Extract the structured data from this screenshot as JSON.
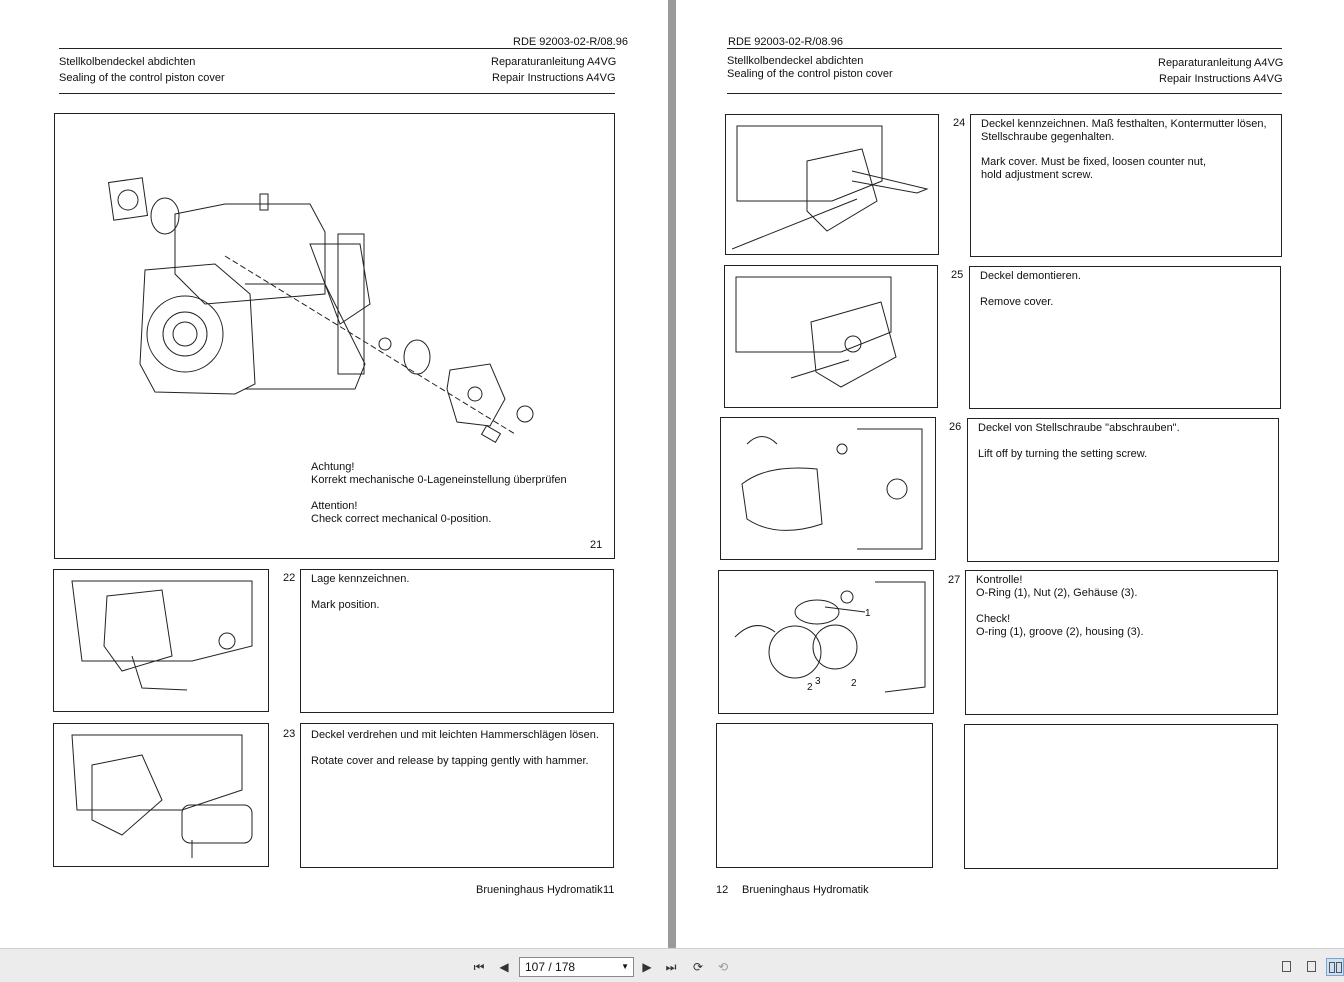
{
  "left_page": {
    "doc_code": "RDE 92003-02-R/08.96",
    "title_de": "Stellkolbendeckel abdichten",
    "title_en": "Sealing of the control piston cover",
    "manual_de": "Reparaturanleitung A4VG",
    "manual_en": "Repair Instructions A4VG",
    "figure": {
      "warning_de_title": "Achtung!",
      "warning_de_text": "Korrekt mechanische 0-Lageneinstellung überprüfen",
      "warning_en_title": "Attention!",
      "warning_en_text": "Check correct mechanical 0-position.",
      "number": "21"
    },
    "steps": [
      {
        "number": "22",
        "de": "Lage  kennzeichnen.",
        "en": "Mark position."
      },
      {
        "number": "23",
        "de": "Deckel verdrehen und mit leichten Hammerschlägen lösen.",
        "en": "Rotate cover and release by tapping gently with hammer."
      }
    ],
    "footer_company": "Brueninghaus Hydromatik",
    "footer_page": "11"
  },
  "right_page": {
    "doc_code": "RDE 92003-02-R/08.96",
    "title_de": "Stellkolbendeckel abdichten",
    "title_en": "Sealing of the control piston cover",
    "manual_de": "Reparaturanleitung A4VG",
    "manual_en": "Repair Instructions A4VG",
    "steps": [
      {
        "number": "24",
        "de1": "Deckel kennzeichnen. Maß festhalten, Kontermutter lösen,",
        "de2": "Stellschraube gegenhalten.",
        "en1": "Mark cover. Must be fixed, loosen counter nut,",
        "en2": "hold adjustment screw."
      },
      {
        "number": "25",
        "de1": "Deckel demontieren.",
        "en1": "Remove cover."
      },
      {
        "number": "26",
        "de1": "Deckel von Stellschraube \"abschrauben\".",
        "en1": "Lift off by turning the setting screw."
      },
      {
        "number": "27",
        "de1": "Kontrolle!",
        "de2": "O-Ring (1), Nut (2), Gehäuse (3).",
        "en1": "Check!",
        "en2": "O-ring (1), groove (2), housing (3)."
      }
    ],
    "callouts": [
      "1",
      "2",
      "3",
      "2"
    ],
    "footer_page": "12",
    "footer_company": "Brueninghaus Hydromatik"
  },
  "toolbar": {
    "page_indicator": "107 / 178",
    "icons": [
      "first-page-icon",
      "prev-page-icon",
      "next-page-icon",
      "last-page-icon",
      "rotate-icon",
      "rotate-back-icon",
      "single-page-view-icon",
      "continuous-view-icon",
      "two-page-view-icon"
    ]
  }
}
